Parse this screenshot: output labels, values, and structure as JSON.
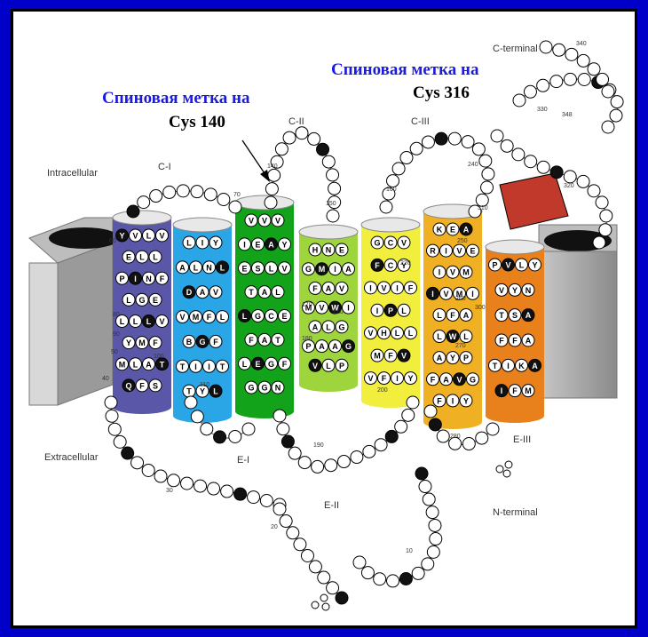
{
  "labels": {
    "spin_label_a": "Спиновая метка на",
    "spin_label_a_residue": "Cys 140",
    "spin_label_b": "Спиновая метка на",
    "spin_label_b_residue": "Cys 316",
    "intracellular": "Intracellular",
    "extracellular": "Extracellular",
    "c_terminal": "C-terminal",
    "n_terminal": "N-terminal",
    "loops": [
      "C-I",
      "C-II",
      "C-III",
      "E-I",
      "E-II",
      "E-III"
    ]
  },
  "helices": [
    {
      "color": "#5a56a8",
      "rows": [
        "YVLV",
        "ELL",
        "PINF",
        "LGE",
        "LLLV",
        "YMF",
        "MLAT",
        "QFS"
      ]
    },
    {
      "color": "#2aa6e6",
      "rows": [
        "LIY",
        "ALNL",
        "DAV",
        "VMFL",
        "BGF",
        "TIIT",
        "TYL"
      ]
    },
    {
      "color": "#13a31a",
      "rows": [
        "VVV",
        "IEAY",
        "ESLV",
        "TAL",
        "LGCE",
        "FAT",
        "LEGF",
        "GGN"
      ]
    },
    {
      "color": "#9ed43c",
      "rows": [
        "HNE",
        "GMIA",
        "FAV",
        "MVWI",
        "ALG",
        "PAAG",
        "VLP"
      ]
    },
    {
      "color": "#f2ee3e",
      "rows": [
        "GCV",
        "FCY",
        "IVIF",
        "IPL",
        "VHLL",
        "MFV",
        "VFIY"
      ]
    },
    {
      "color": "#f0b024",
      "rows": [
        "KEA",
        "RIVE",
        "IVM",
        "IVMI",
        "LFA",
        "LWL",
        "AYP",
        "FAVG",
        "FIY"
      ]
    },
    {
      "color": "#e8801c",
      "rows": [
        "PVLY",
        "VYN",
        "TSA",
        "FFA",
        "TIKA",
        "IFM"
      ]
    }
  ],
  "residue_numbers": [
    "340",
    "348",
    "240",
    "150",
    "140",
    "330",
    "320",
    "310",
    "250",
    "260",
    "270",
    "300",
    "280",
    "220",
    "210",
    "180",
    "170",
    "160",
    "200",
    "190",
    "110",
    "100",
    "90",
    "80",
    "70",
    "60",
    "50",
    "40",
    "30",
    "20",
    "10"
  ]
}
